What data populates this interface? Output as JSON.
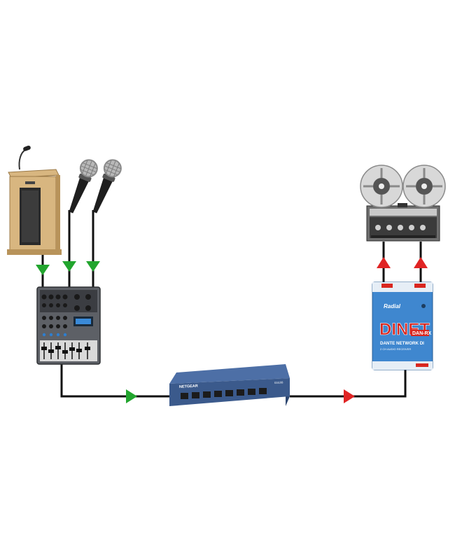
{
  "colors": {
    "wire": "#111111",
    "input_arrow": "#22a52e",
    "output_arrow": "#e02424",
    "switch_body": "#3b5a8c",
    "di_body": "#3f87cf",
    "di_red": "#d9271f",
    "podium_wood": "#d8b680"
  },
  "devices": {
    "podium": {
      "icon": "podium-microphone-icon",
      "label": ""
    },
    "mic_1": {
      "icon": "handheld-microphone-icon"
    },
    "mic_2": {
      "icon": "handheld-microphone-icon"
    },
    "mixer": {
      "icon": "audio-mixer-icon"
    },
    "switch": {
      "icon": "network-switch-icon",
      "brand": "NETGEAR",
      "model": "GS108"
    },
    "di_box": {
      "icon": "dante-di-box-icon",
      "brand": "Radial",
      "name": "DINET",
      "model": "DAN-RX",
      "subtitle": "DANTE NETWORK DI",
      "tagline": "2 CH AUDIO RECEIVER"
    },
    "tape_deck": {
      "icon": "reel-to-reel-recorder-icon"
    }
  }
}
